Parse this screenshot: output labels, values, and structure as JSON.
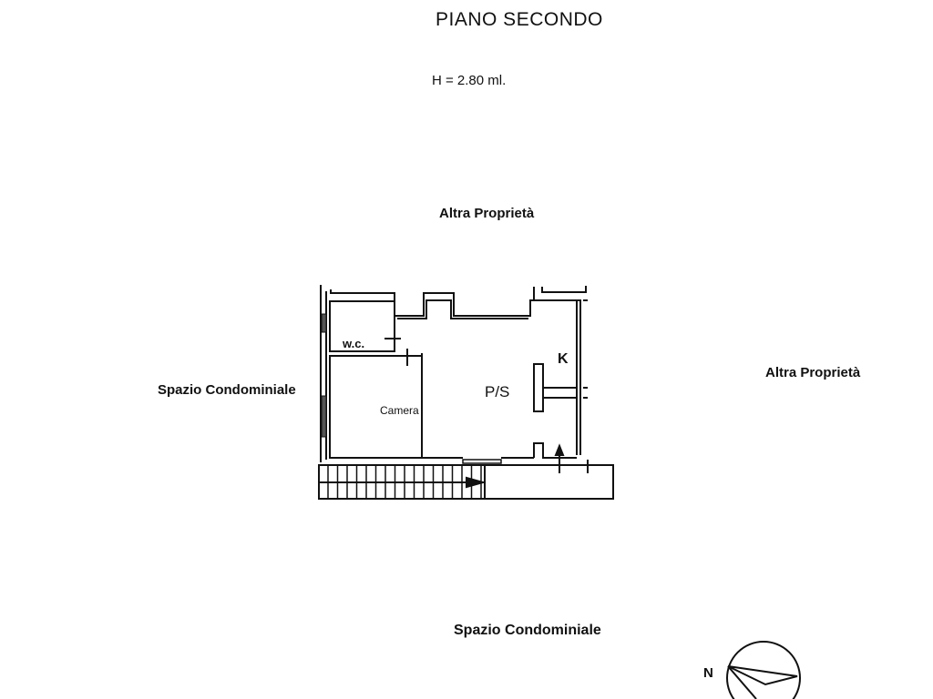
{
  "plan": {
    "title": "PIANO SECONDO",
    "height_note": "H = 2.80 ml.",
    "neighbors": {
      "top": "Altra Proprietà",
      "right": "Altra Proprietà",
      "left": "Spazio Condominiale",
      "bottom": "Spazio Condominiale"
    },
    "rooms": {
      "wc": "w.c.",
      "camera": "Camera",
      "living": "P/S",
      "kitchen": "K"
    },
    "compass": {
      "north_label": "N"
    }
  }
}
